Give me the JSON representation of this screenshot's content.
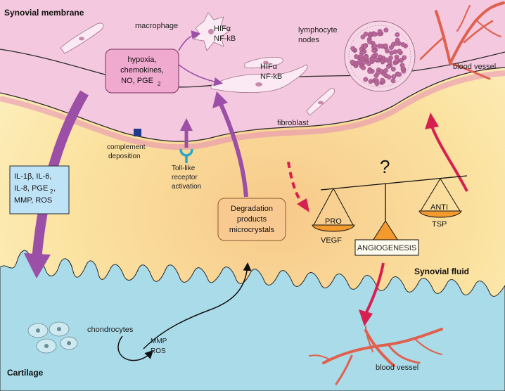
{
  "regions": {
    "synovial_membrane": "Synovial membrane",
    "synovial_fluid": "Synovial fluid",
    "cartilage": "Cartilage"
  },
  "cells": {
    "macrophage": "macrophage",
    "lymphocyte_nodes_1": "lymphocyte",
    "lymphocyte_nodes_2": "nodes",
    "fibroblast": "fibroblast",
    "chondrocytes": "chondrocytes",
    "blood_vessel_top": "blood vessel",
    "blood_vessel_bottom": "blood vessel"
  },
  "markers": {
    "macrophage_hif": "HIFα",
    "macrophage_nfkb": "NF-kB",
    "fibroblast_hif": "HIFα",
    "fibroblast_nfkb": "NF-kB",
    "mmp": "MMP",
    "ros": "ROS"
  },
  "stimuli_box": {
    "line1": "hypoxia,",
    "line2": "chemokines,",
    "line3": "NO, PGE",
    "line3_sub": "2"
  },
  "cytokine_box": {
    "line1": "IL-1β, IL-6,",
    "line2": "IL-8, PGE",
    "line2_sub": "2",
    "line2_end": ",",
    "line3": "MMP, ROS"
  },
  "complement": {
    "line1": "complement",
    "line2": "deposition"
  },
  "toll_like": {
    "line1": "Toll-like",
    "line2": "receptor",
    "line3": "activation"
  },
  "degradation_box": {
    "line1": "Degradation",
    "line2": "products",
    "line3": "microcrystals"
  },
  "balance": {
    "question": "?",
    "pro": "PRO",
    "pro_factor": "VEGF",
    "anti": "ANTI",
    "anti_factor": "TSP",
    "angiogenesis": "ANGIOGENESIS"
  },
  "colors": {
    "membrane": "#f4c8de",
    "fluid": "#fbeaa8",
    "cartilage": "#a9dbe9",
    "purple_arrow": "#9b4fa6",
    "red_arrow": "#d6204f",
    "orange_box": "#f9c992",
    "blue_box": "#bfe3f6",
    "pink_box": "#f0a9cf"
  }
}
